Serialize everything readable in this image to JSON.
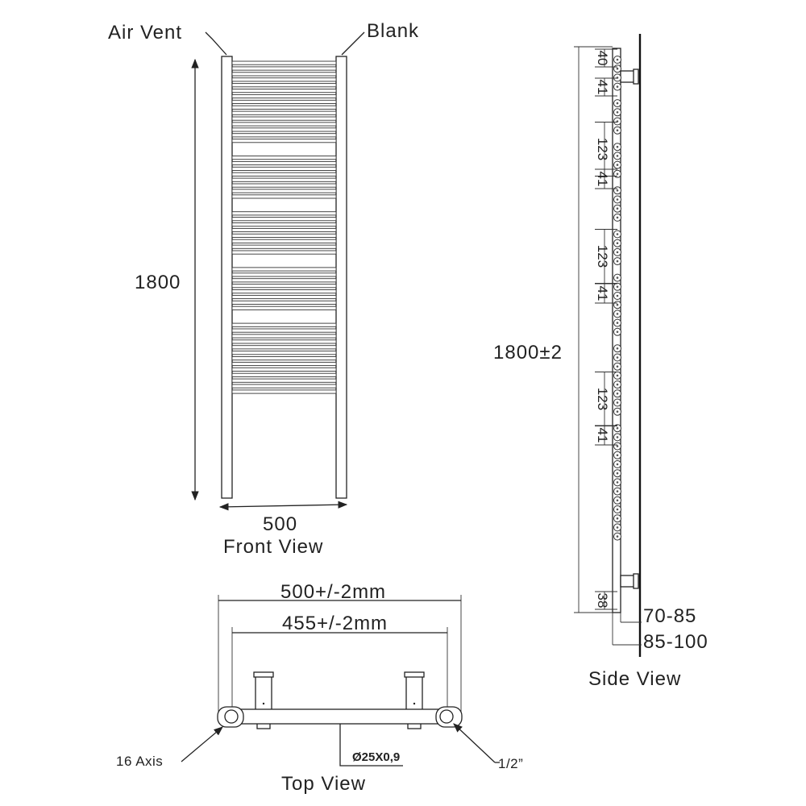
{
  "front_view": {
    "title": "Front View",
    "label_air_vent": "Air Vent",
    "label_blank": "Blank",
    "dim_height": "1800",
    "dim_width": "500",
    "bar_groups": [
      {
        "count": 15
      },
      {
        "count": 8
      },
      {
        "count": 8
      },
      {
        "count": 8
      },
      {
        "count": 13
      }
    ]
  },
  "top_view": {
    "title": "Top View",
    "dim_outer": "500+/-2mm",
    "dim_inner": "455+/-2mm",
    "label_axis": "16 Axis",
    "label_pipe": "Ø25X0,9",
    "label_thread": "1/2”"
  },
  "side_view": {
    "title": "Side View",
    "dim_height": "1800±2",
    "dim_depth_1": "70-85",
    "dim_depth_2": "85-100",
    "spacing_labels": [
      "40",
      "41",
      "123",
      "41",
      "123",
      "41",
      "123",
      "41",
      "38"
    ],
    "tube_groups": [
      4,
      4,
      4,
      4,
      4,
      7,
      8,
      13
    ]
  }
}
